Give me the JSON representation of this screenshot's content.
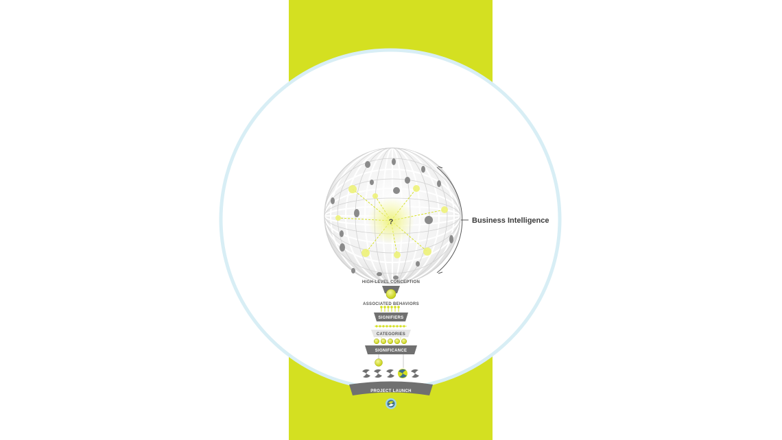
{
  "colors": {
    "accent": "#d4e021",
    "ring": "#d8eef5",
    "band": "#707070",
    "sphere_line": "#cfcfcf"
  },
  "labels": {
    "business_intelligence": "Business Intelligence",
    "question_mark": "?",
    "high_level_conception": "HIGH-LEVEL CONCEPTION",
    "associated_behaviors": "ASSOCIATED BEHAVIORS",
    "signifiers": "SIGNIFIERS",
    "categories": "CATEGORIES",
    "significance": "SIGNIFICANCE",
    "project_launch": "PROJECT LAUNCH"
  },
  "icons": {
    "sphere": "wireframe-globe-icon",
    "swirl": "swirl-icon",
    "launch": "launch-globe-icon"
  }
}
